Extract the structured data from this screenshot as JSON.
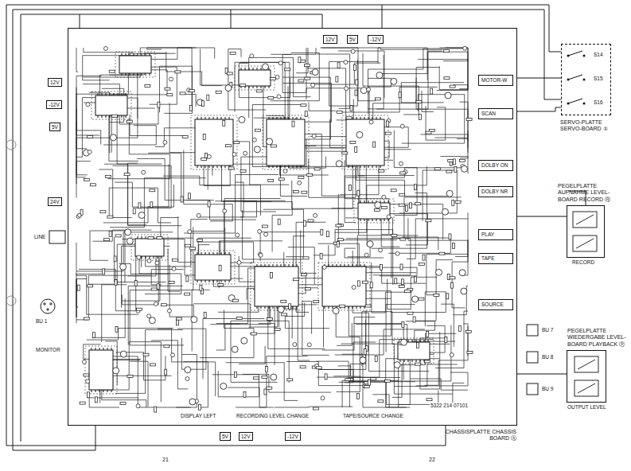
{
  "diagram": {
    "nodes": [
      {
        "text": [
          "CHASSISPLATTE CHASSIS BOARD Ⓐ"
        ]
      },
      {
        "text": [
          "MOTOR-W"
        ],
        "in": 0
      },
      {
        "text": [
          "SCAN"
        ],
        "in": 0
      },
      {
        "text": [
          "DOLBY ON"
        ],
        "in": 0
      },
      {
        "text": [
          "DOLBY NR"
        ],
        "in": 0
      },
      {
        "text": [
          "PLAY"
        ],
        "in": 0
      },
      {
        "text": [
          "TAPE"
        ],
        "in": 0
      },
      {
        "text": [
          "SOURCE"
        ],
        "in": 0
      },
      {
        "text": [
          "SERVO-PLATTE SERVO-BOARD ①",
          "S14",
          "S15",
          "S16"
        ]
      },
      {
        "text": [
          "PEGELPLATTE AUFNAHME LEVEL-BOARD RECORD Ⓡ",
          "RECORD"
        ]
      },
      {
        "text": [
          "PEGELPLATTE WIEDERGABE LEVEL-BOARD PLAYBACK Ⓟ",
          "OUTPUT LEVEL"
        ]
      }
    ],
    "edges": [
      {
        "from": 0,
        "to": 8,
        "arrow": "none"
      },
      {
        "from": 0,
        "to": 9,
        "arrow": "none"
      },
      {
        "from": 0,
        "to": 10,
        "arrow": "none"
      }
    ],
    "labels": [
      "12V",
      "5V",
      "-12V",
      "12V",
      "-12V",
      "5V",
      "24V",
      "LINE",
      "BU 1",
      "MONITOR",
      "BU 7",
      "BU 8",
      "BU 9",
      "DISPLAY LEFT",
      "RECORDING LEVEL CHANGE",
      "TAPE/SOURCE CHANGE",
      "5V",
      "12V",
      "-12V",
      "21",
      "22",
      "5322 214 07101"
    ]
  }
}
